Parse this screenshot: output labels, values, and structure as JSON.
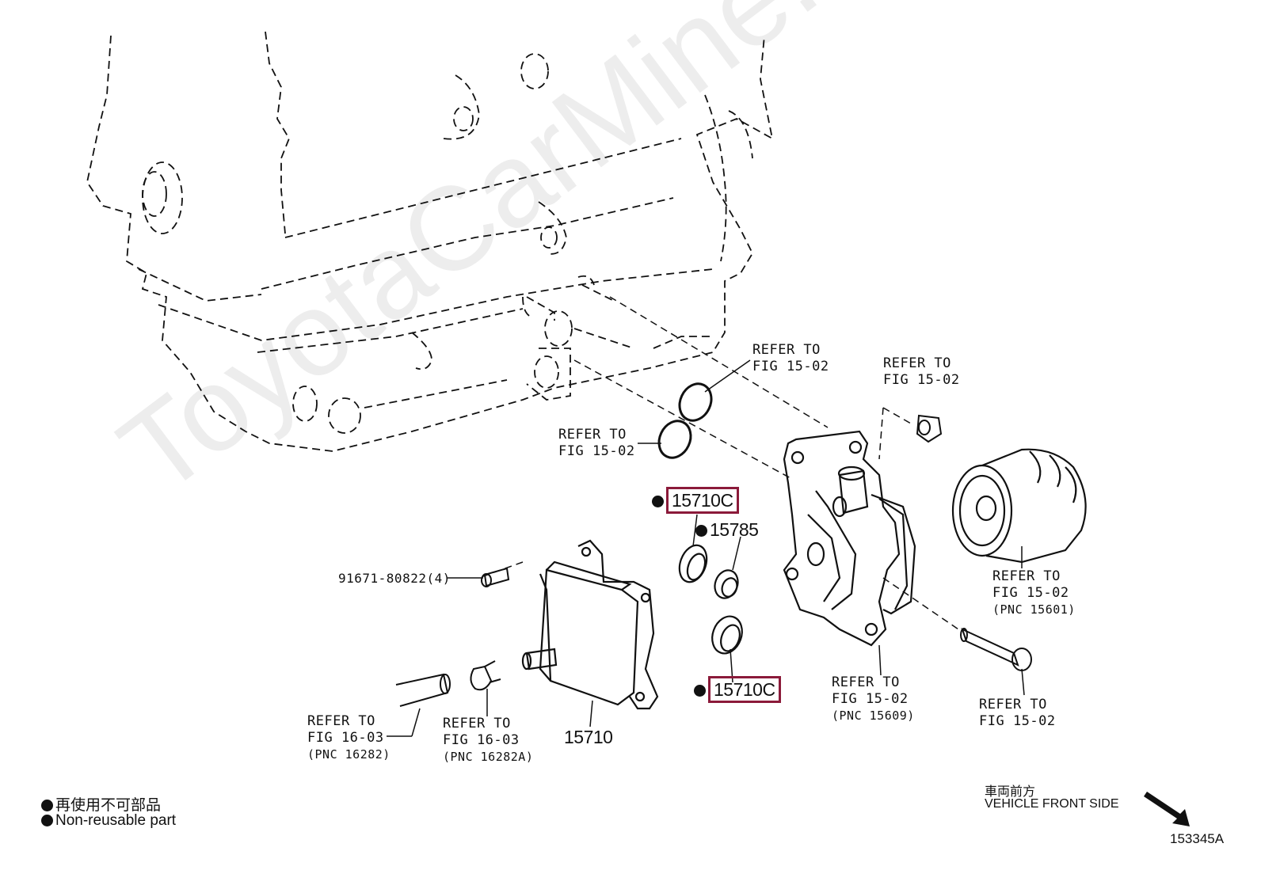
{
  "watermark": "ToyotaCarMine.ru",
  "labels": {
    "refer_oring_upper": [
      "REFER TO",
      "FIG 15-02"
    ],
    "refer_oring_lower": [
      "REFER TO",
      "FIG 15-02"
    ],
    "refer_cap": [
      "REFER TO",
      "FIG 15-02"
    ],
    "refer_filter": [
      "REFER TO",
      "FIG 15-02",
      "(PNC 15601)"
    ],
    "refer_housing": [
      "REFER TO",
      "FIG 15-02",
      "(PNC 15609)"
    ],
    "refer_bolt": [
      "REFER TO",
      "FIG 15-02"
    ],
    "refer_hose": [
      "REFER TO",
      "FIG 16-03",
      "(PNC 16282)"
    ],
    "refer_clamp": [
      "REFER TO",
      "FIG 16-03",
      "(PNC 16282A)"
    ]
  },
  "parts": {
    "bolt": "91671-80822(4)",
    "seal_top": "15710C",
    "seal_mid": "15785",
    "seal_bottom": "15710C",
    "cooler": "15710"
  },
  "legend": {
    "line_jp": "再使用不可部品",
    "line_en": "Non-reusable part"
  },
  "orientation": {
    "jp": "車両前方",
    "en": "VEHICLE FRONT SIDE"
  },
  "figure_id": "153345A",
  "colors": {
    "highlight": "#8b1a3a",
    "ink": "#111111"
  }
}
